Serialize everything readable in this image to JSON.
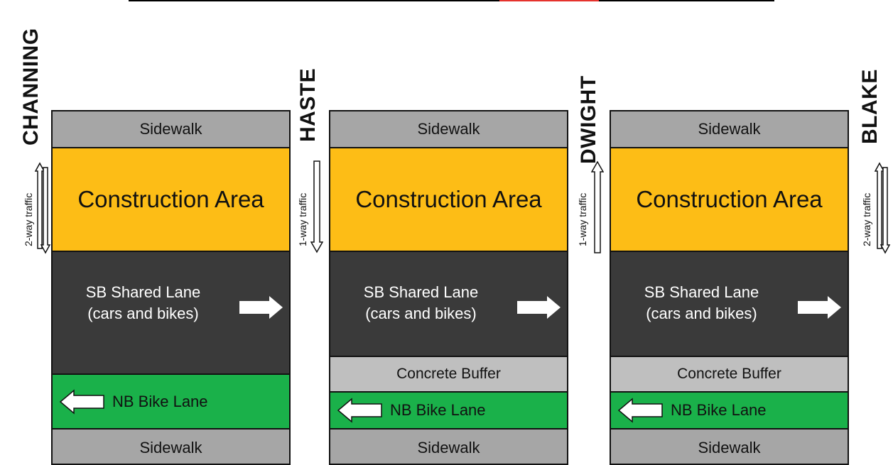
{
  "streets": {
    "channing": "CHANNING",
    "haste": "HASTE",
    "dwight": "DWIGHT",
    "blake": "BLAKE"
  },
  "traffic": {
    "two_way": "2-way traffic",
    "one_way": "1-way traffic"
  },
  "segments": {
    "sidewalk": "Sidewalk",
    "construction": "Construction Area",
    "shared_line1": "SB Shared Lane",
    "shared_line2": "(cars and bikes)",
    "buffer": "Concrete Buffer",
    "bike": "NB Bike Lane"
  },
  "colors": {
    "sidewalk": "#a6a6a6",
    "construction": "#fdbd16",
    "shared_lane": "#3a3a3a",
    "concrete_buffer": "#bfbfbf",
    "bike_lane": "#1ab14a"
  },
  "icons": {
    "southbound_arrow": "arrow-right-icon",
    "northbound_arrow": "arrow-left-icon",
    "one_way_arrow": "arrow-down-icon",
    "two_way_arrow": "double-arrow-icon"
  }
}
